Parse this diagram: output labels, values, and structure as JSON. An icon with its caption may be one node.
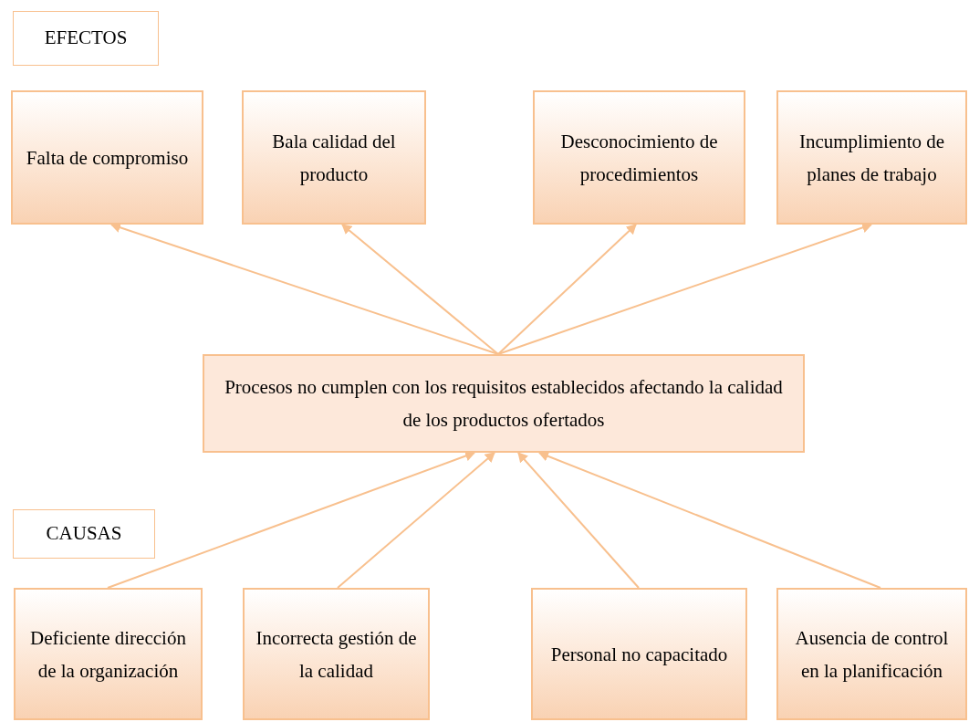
{
  "diagram": {
    "nodes": [
      {
        "text": [
          "EFECTOS"
        ]
      },
      {
        "text": [
          "Falta de compromiso"
        ]
      },
      {
        "text": [
          "Bala calidad del producto"
        ]
      },
      {
        "text": [
          "Desconocimiento de procedimientos"
        ]
      },
      {
        "text": [
          "Incumplimiento de planes de trabajo"
        ]
      },
      {
        "text": [
          "Procesos no cumplen con los requisitos establecidos afectando la calidad de los productos ofertados"
        ]
      },
      {
        "text": [
          "CAUSAS"
        ]
      },
      {
        "text": [
          "Deficiente dirección de la organización"
        ]
      },
      {
        "text": [
          "Incorrecta gestión de la calidad"
        ]
      },
      {
        "text": [
          "Personal no capacitado"
        ]
      },
      {
        "text": [
          "Ausencia de control en la planificación"
        ]
      }
    ],
    "edges": [
      {
        "from": 5,
        "to": 1,
        "arrow": "to"
      },
      {
        "from": 5,
        "to": 2,
        "arrow": "to"
      },
      {
        "from": 5,
        "to": 3,
        "arrow": "to"
      },
      {
        "from": 5,
        "to": 4,
        "arrow": "to"
      },
      {
        "from": 7,
        "to": 5,
        "arrow": "to"
      },
      {
        "from": 8,
        "to": 5,
        "arrow": "to"
      },
      {
        "from": 9,
        "to": 5,
        "arrow": "to"
      },
      {
        "from": 10,
        "to": 5,
        "arrow": "to"
      }
    ]
  }
}
